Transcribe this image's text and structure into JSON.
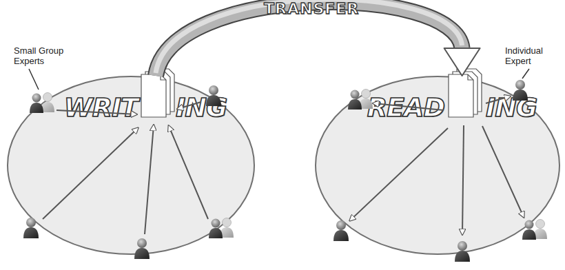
{
  "diagram": {
    "nodes": [
      {
        "text": [
          "WRIT",
          "ING"
        ]
      },
      {
        "text": [
          "READ",
          "ING"
        ]
      }
    ],
    "edges": [
      {
        "from": 0,
        "to": 1,
        "arrow": "to",
        "label": "TRANSFER"
      }
    ],
    "labels": [
      "Small Group Experts",
      "Individual Expert"
    ]
  }
}
